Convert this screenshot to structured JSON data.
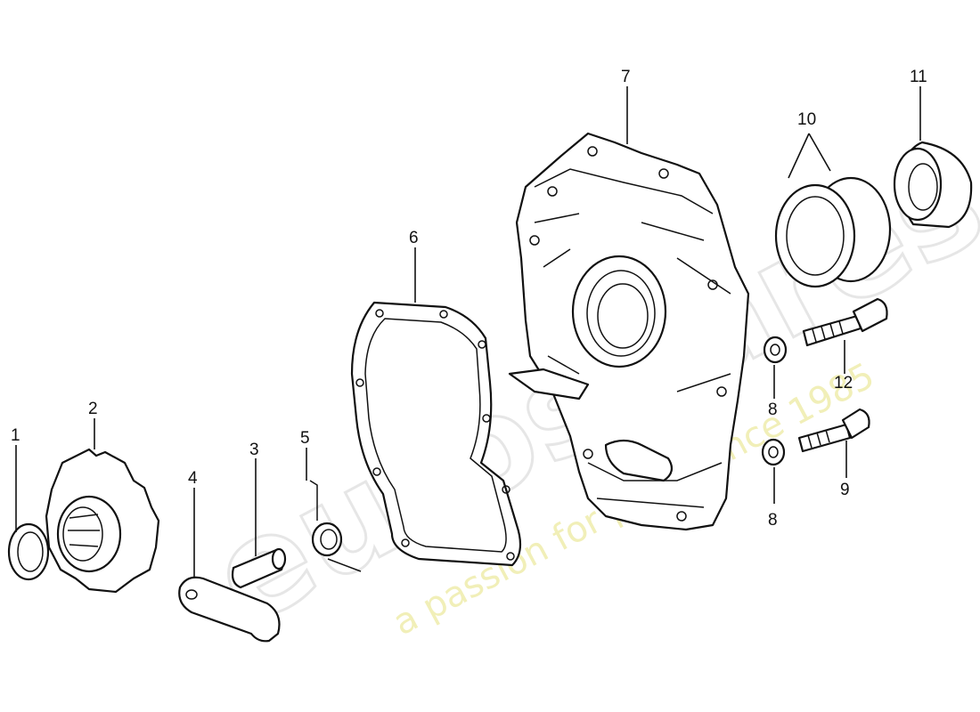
{
  "watermark": {
    "brand_text": "eurospares",
    "tagline_text": "a passion for parts since 1985",
    "color": "#e6e6e6"
  },
  "callouts": [
    {
      "id": "1",
      "label": "1"
    },
    {
      "id": "2",
      "label": "2"
    },
    {
      "id": "3",
      "label": "3"
    },
    {
      "id": "4",
      "label": "4"
    },
    {
      "id": "5",
      "label": "5"
    },
    {
      "id": "6",
      "label": "6"
    },
    {
      "id": "7",
      "label": "7"
    },
    {
      "id": "8a",
      "label": "8"
    },
    {
      "id": "8b",
      "label": "8"
    },
    {
      "id": "9",
      "label": "9"
    },
    {
      "id": "10",
      "label": "10"
    },
    {
      "id": "11",
      "label": "11"
    },
    {
      "id": "12",
      "label": "12"
    }
  ]
}
